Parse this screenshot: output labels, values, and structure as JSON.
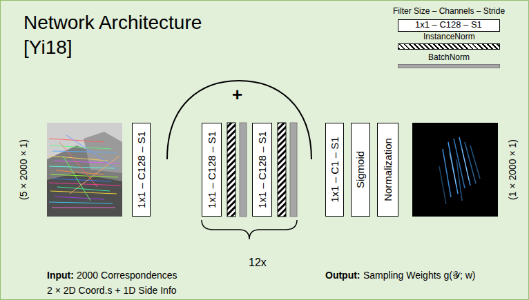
{
  "diagram": {
    "title": "Network Architecture [Yi18]",
    "nodes": [
      {
        "text": [
          "1x1 – C128 – S1"
        ]
      },
      {
        "text": [
          "1x1 – C128 – S1"
        ]
      },
      {
        "text": [
          "1x1 – C128 – S1"
        ]
      },
      {
        "text": [
          "1x1 – C128 – S1"
        ]
      },
      {
        "text": [
          "1x1 – C1 – S1"
        ]
      },
      {
        "text": [
          "Sigmoid"
        ]
      },
      {
        "text": [
          "Normalization"
        ]
      }
    ],
    "labels": [
      "Filter Size – Channels – Stride",
      "(5 × 2000 × 1)",
      "+",
      "12x",
      "(1 × 2000 × 1)",
      "Input:",
      "2000 Correspondences",
      "2 × 2D Coord.s + 1D Side Info",
      "Output:",
      "Sampling Weights g(𝒴; w)"
    ],
    "legend": [
      {
        "text": "InstanceNorm"
      },
      {
        "text": "BatchNorm",
        "color": "#a6a6a6"
      }
    ]
  }
}
